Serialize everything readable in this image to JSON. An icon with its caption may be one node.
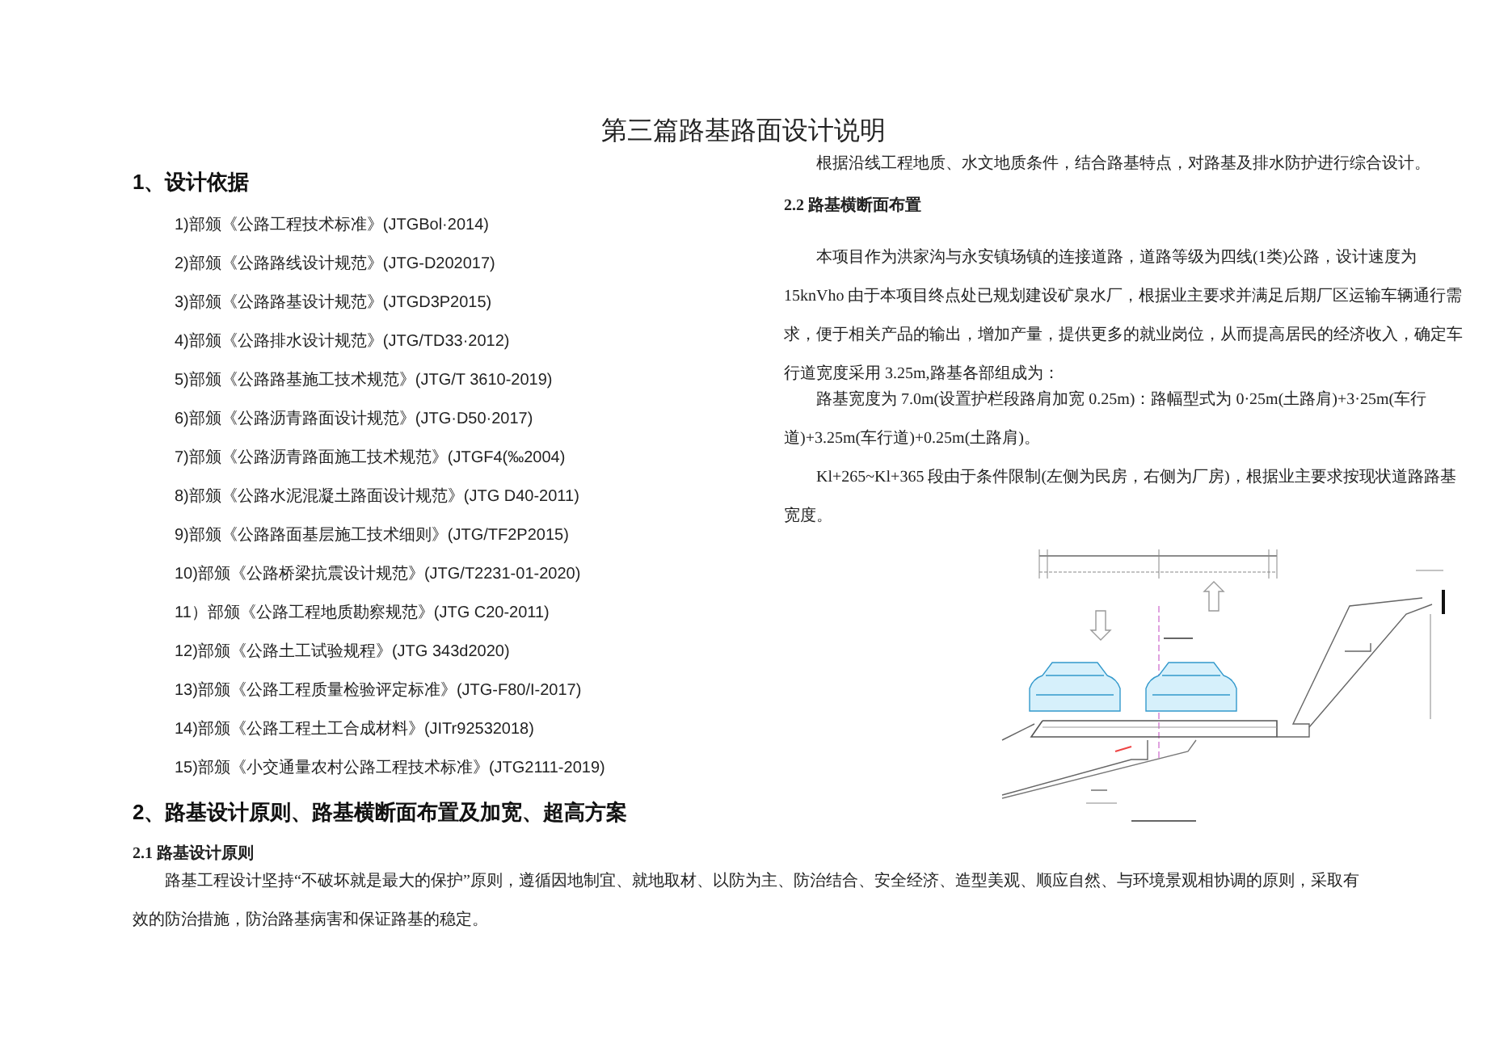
{
  "diagram": {
    "title": "第三篇路基路面设计说明",
    "labels": [
      "1、设计依据",
      "1)部颁《公路工程技术标准》(JTGBol·2014)",
      "2)部颁《公路路线设计规范》(JTG-D202017)",
      "3)部颁《公路路基设计规范》(JTGD3P2015)",
      "4)部颁《公路排水设计规范》(JTG/TD33·2012)",
      "5)部颁《公路路基施工技术规范》(JTG/T 3610-2019)",
      "6)部颁《公路沥青路面设计规范》(JTG·D50·2017)",
      "7)部颁《公路沥青路面施工技术规范》(JTGF4(‰2004)",
      "8)部颁《公路水泥混凝土路面设计规范》(JTG D40-2011)",
      "9)部颁《公路路面基层施工技术细则》(JTG/TF2P2015)",
      "10)部颁《公路桥梁抗震设计规范》(JTG/T2231-01-2020)",
      "11）部颁《公路工程地质勘察规范》(JTG C20-2011)",
      "12)部颁《公路土工试验规程》(JTG 343d2020)",
      "13)部颁《公路工程质量检验评定标准》(JTG-F80/I-2017)",
      "14)部颁《公路工程土工合成材料》(JITr92532018)",
      "15)部颁《小交通量农村公路工程技术标准》(JTG2111-2019)",
      "2、路基设计原则、路基横断面布置及加宽、超高方案",
      "2.1 路基设计原则",
      "路基工程设计坚持“不破坏就是最大的保护”原则，遵循因地制宜、就地取材、以防为主、防治结合、安全经济、造型美观、顺应自然、与环境景观相协调的原则，采取有效的防治措施，防治路基病害和保证路基的稳定。",
      "根据沿线工程地质、水文地质条件，结合路基特点，对路基及排水防护进行综合设计。",
      "2.2 路基横断面布置",
      "本项目作为洪家沟与永安镇场镇的连接道路，道路等级为四线(1类)公路，设计速度为 15knVho 由于本项目终点处已规划建设矿泉水厂，根据业主要求并满足后期厂区运输车辆通行需求，便于相关产品的输出，增加产量，提供更多的就业岗位，从而提高居民的经济收入，确定车行道宽度采用 3.25m,路基各部组成为：",
      "路基宽度为 7.0m(设置护栏段路肩加宽 0.25m)：路幅型式为 0·25m(土路肩)+3·25m(车行道)+3.25m(车行道)+0.25m(土路肩)。",
      "Kl+265~Kl+365 段由于条件限制(左侧为民房，右侧为厂房)，根据业主要求按现状道路路基宽度。"
    ]
  }
}
